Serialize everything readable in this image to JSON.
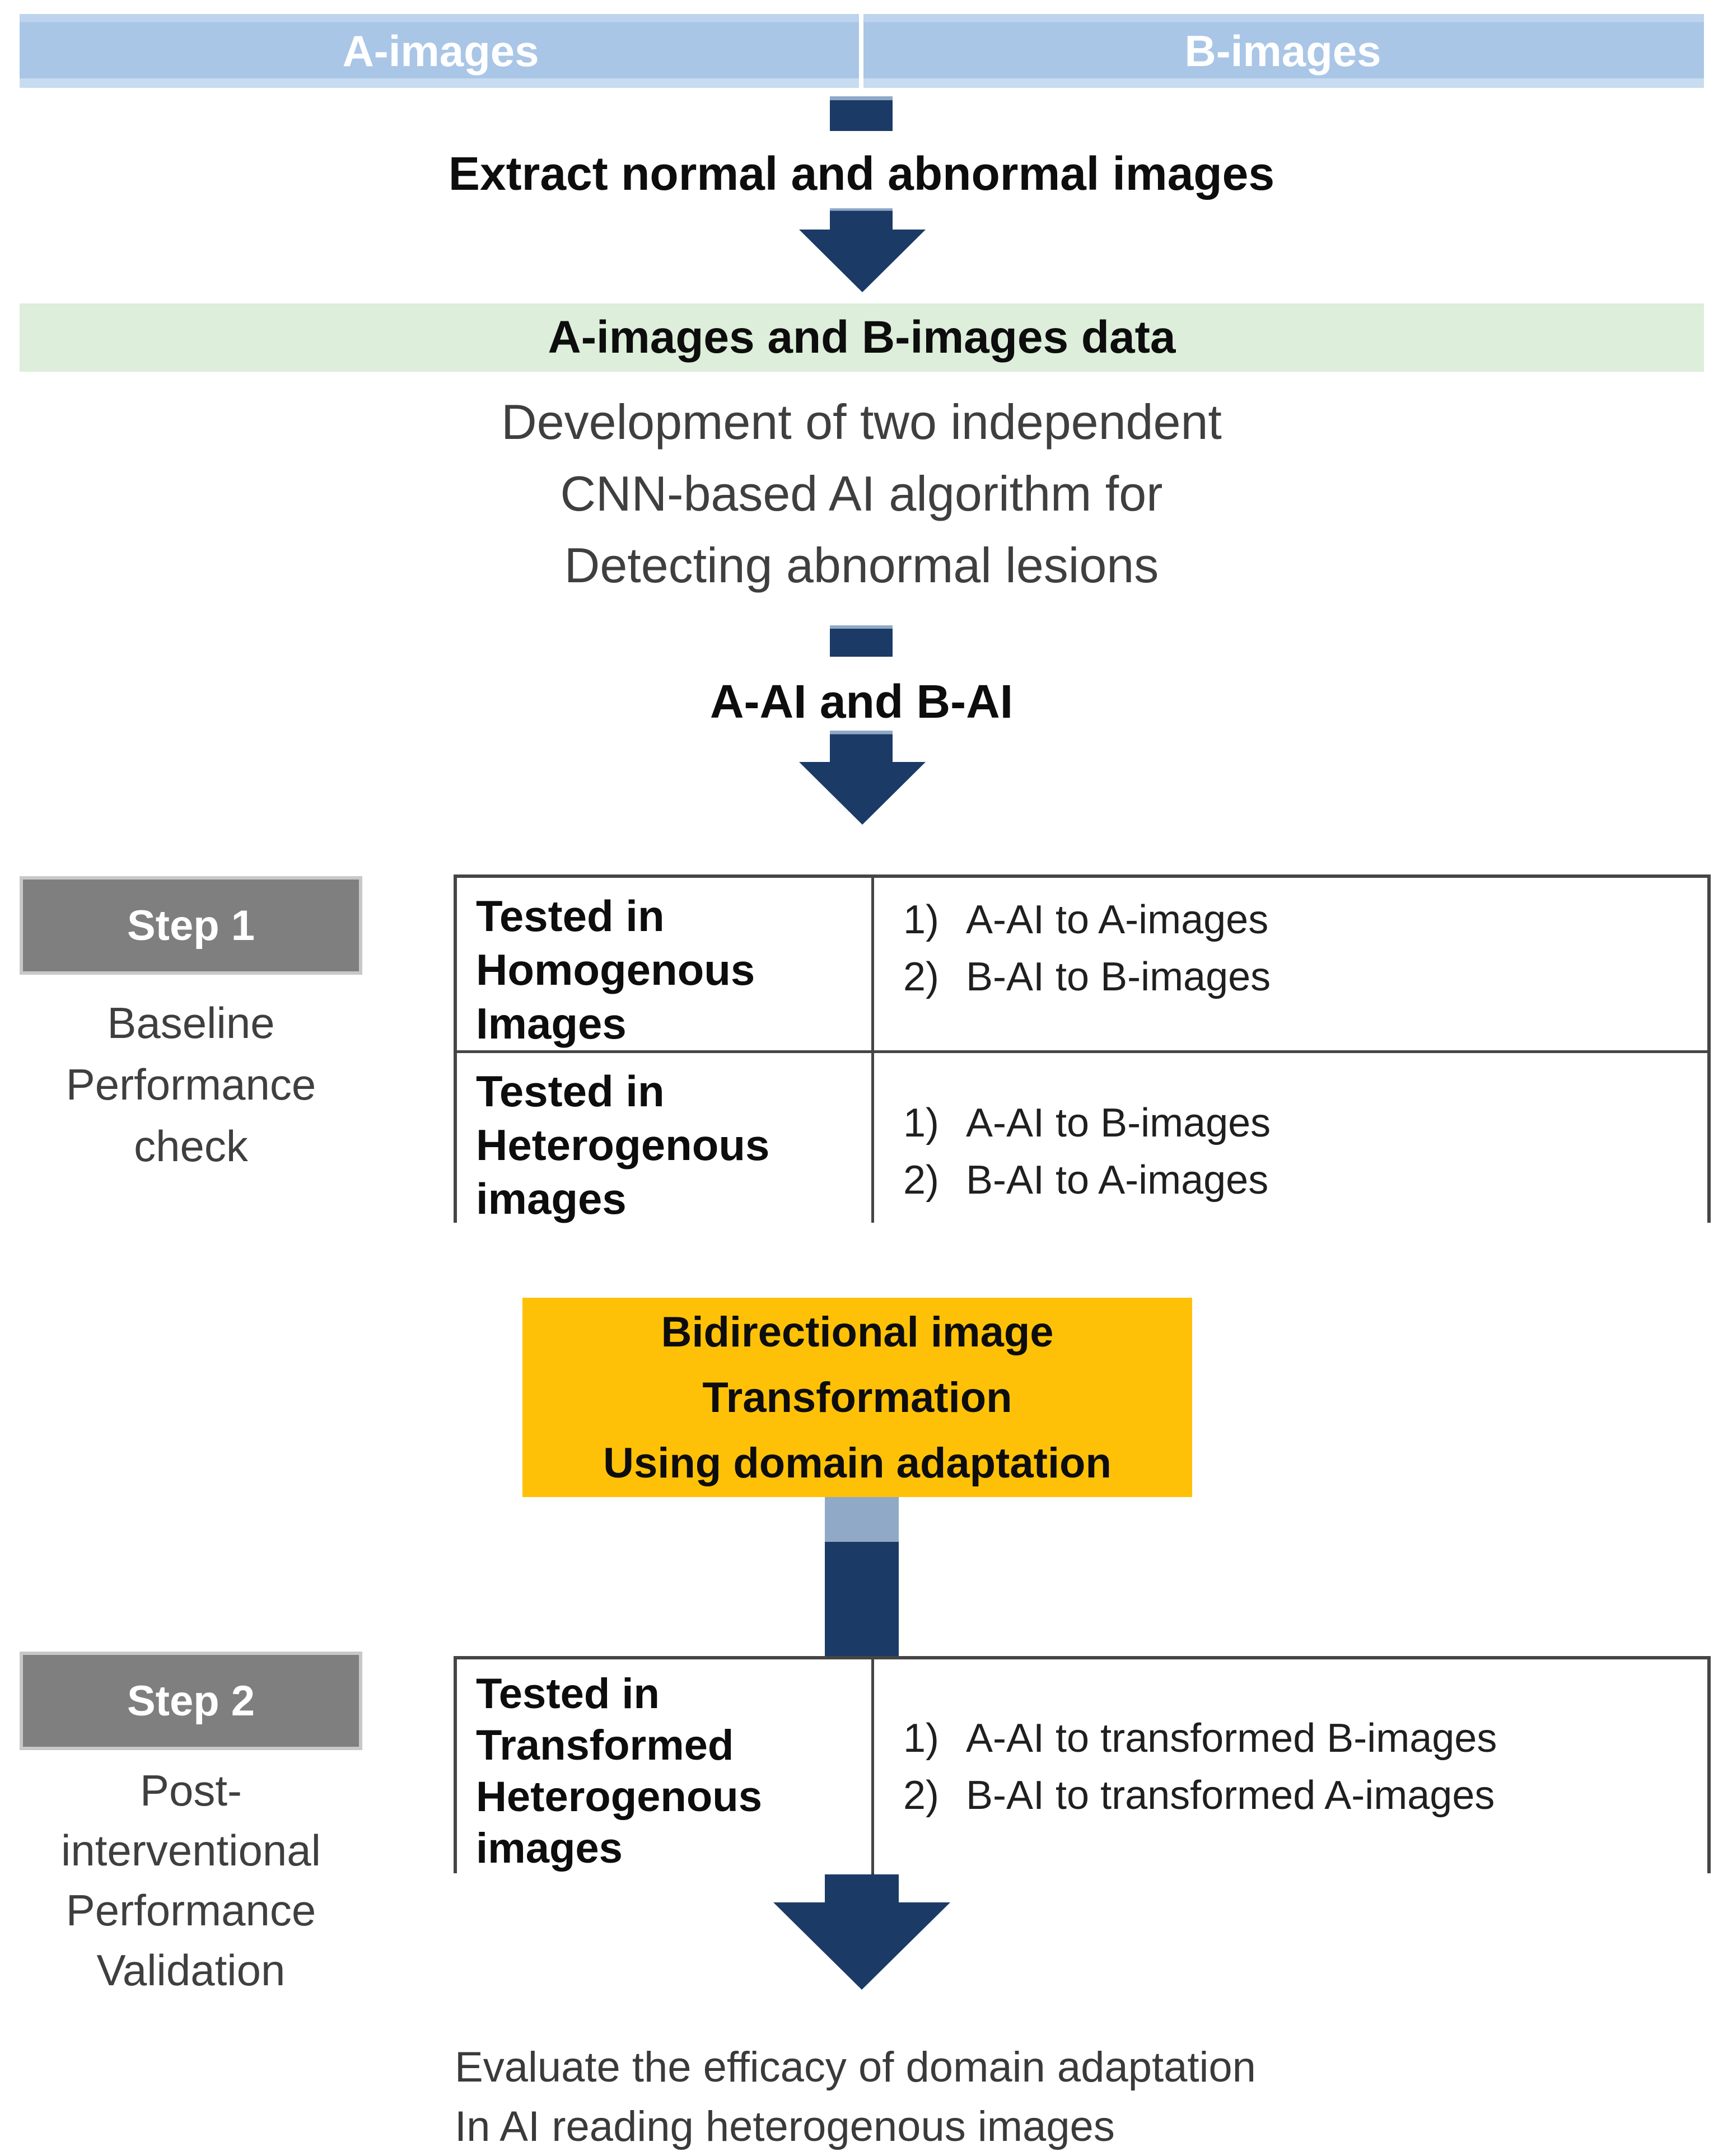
{
  "header": {
    "left": "A-images",
    "right": "B-images"
  },
  "flow": {
    "extract_label": "Extract normal and abnormal images",
    "data_bar_label": "A-images and B-images data",
    "development_lines": [
      "Development of two independent",
      "CNN-based AI algorithm for",
      "Detecting abnormal lesions"
    ],
    "ai_label": "A-AI and B-AI"
  },
  "step1": {
    "badge": "Step 1",
    "caption_lines": [
      "Baseline",
      "Performance",
      "check"
    ],
    "table": {
      "rows": [
        {
          "header_lines": [
            "Tested in",
            "Homogenous",
            "Images"
          ],
          "items": [
            {
              "num": "1)",
              "text": "A-AI to A-images"
            },
            {
              "num": "2)",
              "text": "B-AI to B-images"
            }
          ]
        },
        {
          "header_lines": [
            "Tested in",
            "Heterogenous",
            "images"
          ],
          "items": [
            {
              "num": "1)",
              "text": "A-AI to B-images"
            },
            {
              "num": "2)",
              "text": "B-AI to A-images"
            }
          ]
        }
      ]
    }
  },
  "transform_box": {
    "lines": [
      "Bidirectional image",
      "Transformation",
      "Using domain adaptation"
    ]
  },
  "step2": {
    "badge": "Step 2",
    "caption_lines": [
      "Post-",
      "interventional",
      "Performance",
      "Validation"
    ],
    "table": {
      "rows": [
        {
          "header_lines": [
            "Tested in",
            "Transformed",
            "Heterogenous",
            "images"
          ],
          "items": [
            {
              "num": "1)",
              "text": "A-AI to transformed B-images"
            },
            {
              "num": "2)",
              "text": "B-AI to transformed A-images"
            }
          ]
        }
      ]
    }
  },
  "footer": {
    "lines": [
      "Evaluate the efficacy of domain adaptation",
      "In AI reading heterogenous images"
    ]
  },
  "colors": {
    "header_blue": "#A9C6E7",
    "arrow_navy": "#1B3A66",
    "arrow_highlight": "#8FA9C7",
    "green_bar": "#DDEEDB",
    "badge_gray": "#7F7F7F",
    "transform_orange": "#FFC107",
    "table_border": "#454545",
    "text_gray": "#3F3F3F"
  }
}
